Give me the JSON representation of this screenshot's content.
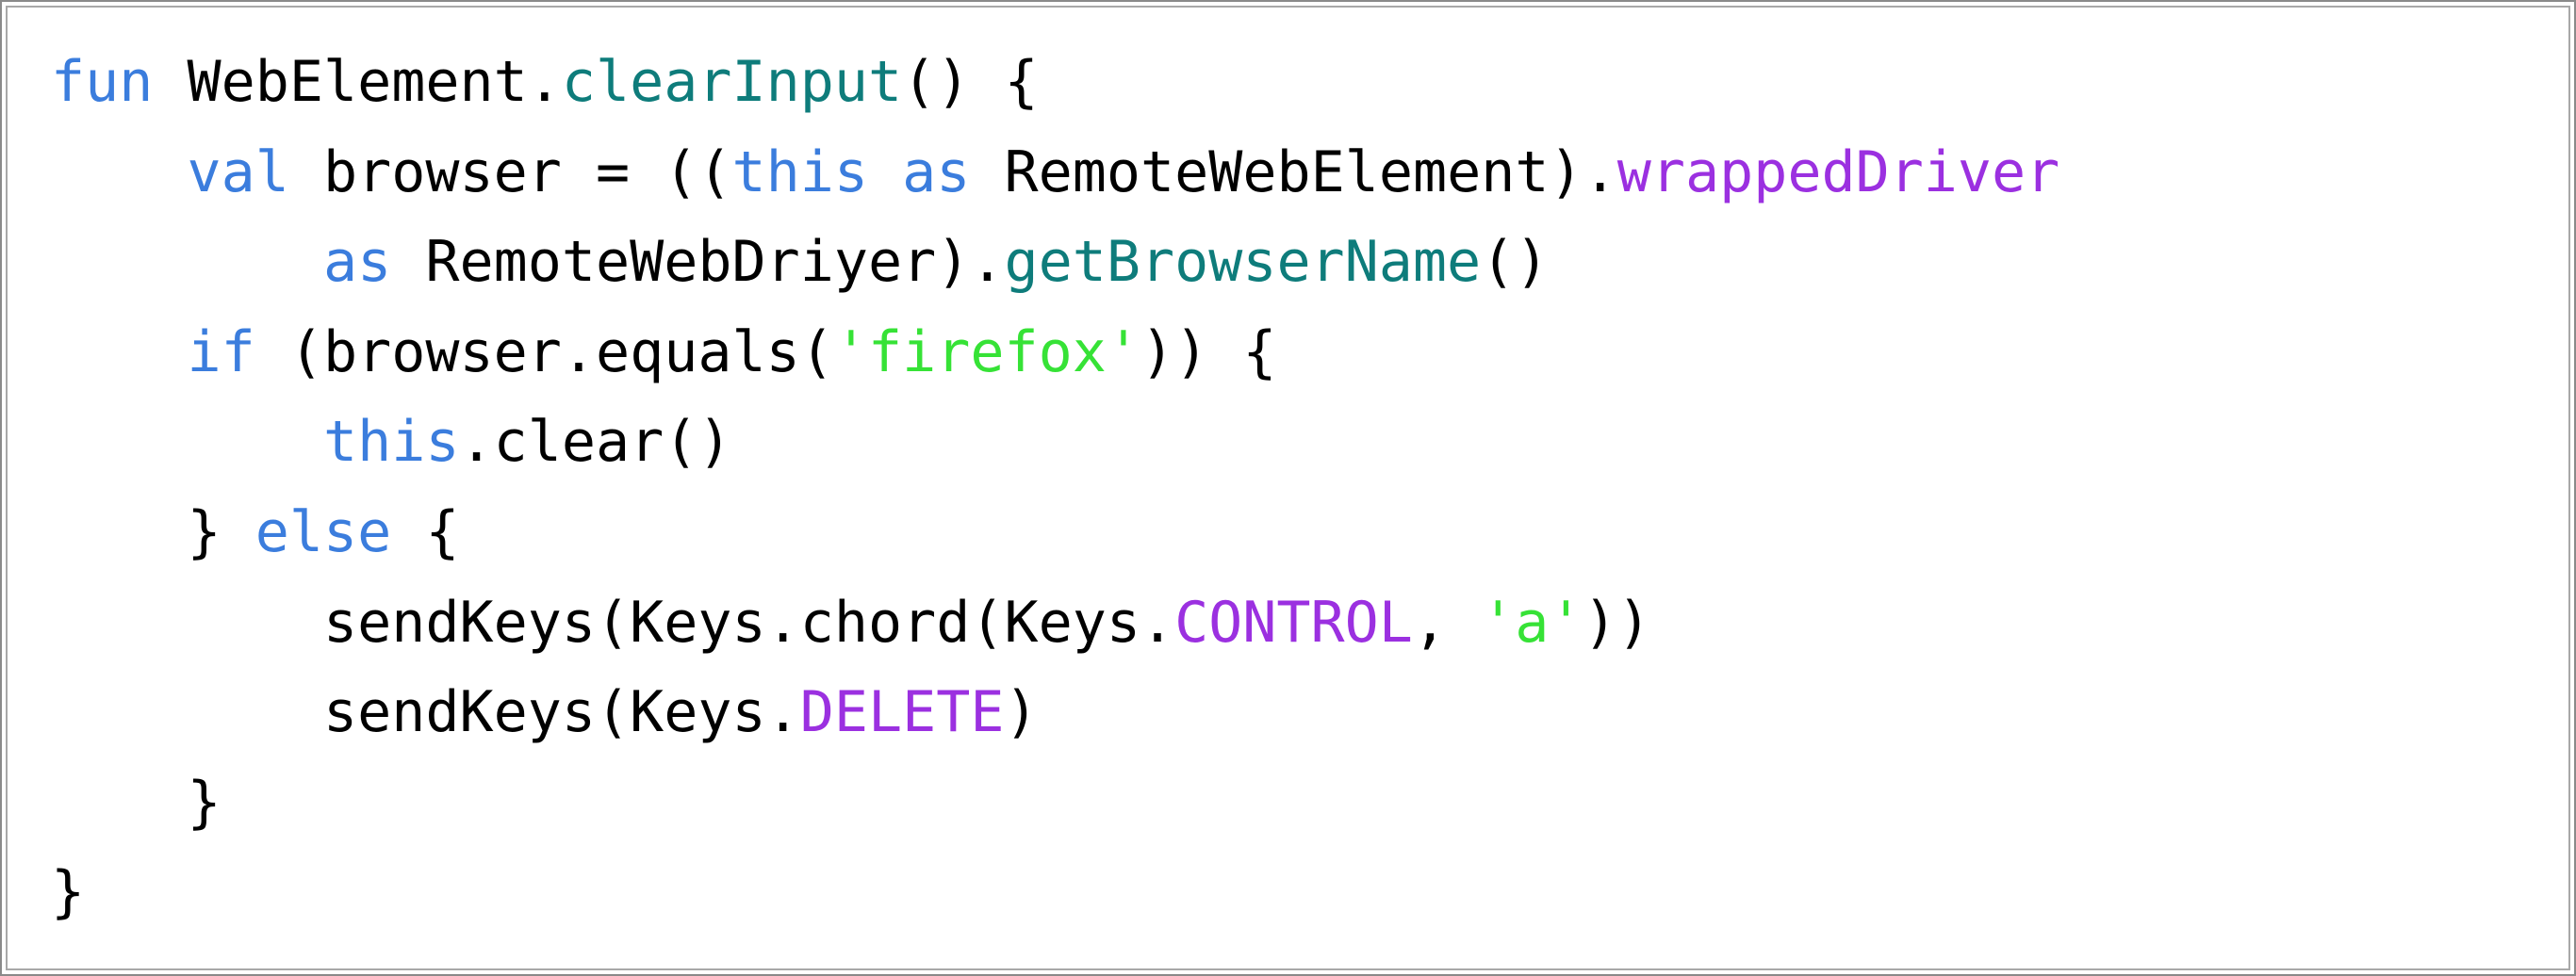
{
  "colors": {
    "keyword": "#3b7ddd",
    "function": "#0e7c7b",
    "property": "#9b30e0",
    "string": "#36e236",
    "text": "#000000",
    "border": "#8a8a8a"
  },
  "code_lines": [
    {
      "indent": "",
      "tokens": [
        {
          "t": "fun",
          "c": "kw"
        },
        {
          "t": " WebElement.",
          "c": "plain"
        },
        {
          "t": "clearInput",
          "c": "fn"
        },
        {
          "t": "() {",
          "c": "plain"
        }
      ]
    },
    {
      "indent": "    ",
      "tokens": [
        {
          "t": "val",
          "c": "kw"
        },
        {
          "t": " browser = ((",
          "c": "plain"
        },
        {
          "t": "this",
          "c": "kw"
        },
        {
          "t": " ",
          "c": "plain"
        },
        {
          "t": "as",
          "c": "kw"
        },
        {
          "t": " RemoteWebElement).",
          "c": "plain"
        },
        {
          "t": "wrappedDriver",
          "c": "prop"
        }
      ]
    },
    {
      "indent": "        ",
      "tokens": [
        {
          "t": "as",
          "c": "kw"
        },
        {
          "t": " RemoteWebDriyer).",
          "c": "plain"
        },
        {
          "t": "getBrowserName",
          "c": "fn"
        },
        {
          "t": "()",
          "c": "plain"
        }
      ]
    },
    {
      "indent": "    ",
      "tokens": [
        {
          "t": "if",
          "c": "kw"
        },
        {
          "t": " (browser.equals(",
          "c": "plain"
        },
        {
          "t": "'firefox'",
          "c": "str"
        },
        {
          "t": ")) {",
          "c": "plain"
        }
      ]
    },
    {
      "indent": "        ",
      "tokens": [
        {
          "t": "this",
          "c": "kw"
        },
        {
          "t": ".clear()",
          "c": "plain"
        }
      ]
    },
    {
      "indent": "    ",
      "tokens": [
        {
          "t": "} ",
          "c": "plain"
        },
        {
          "t": "else",
          "c": "kw"
        },
        {
          "t": " {",
          "c": "plain"
        }
      ]
    },
    {
      "indent": "        ",
      "tokens": [
        {
          "t": "sendKeys(Keys.chord(Keys.",
          "c": "plain"
        },
        {
          "t": "CONTROL",
          "c": "prop"
        },
        {
          "t": ", ",
          "c": "plain"
        },
        {
          "t": "'a'",
          "c": "str"
        },
        {
          "t": "))",
          "c": "plain"
        }
      ]
    },
    {
      "indent": "        ",
      "tokens": [
        {
          "t": "sendKeys(Keys.",
          "c": "plain"
        },
        {
          "t": "DELETE",
          "c": "prop"
        },
        {
          "t": ")",
          "c": "plain"
        }
      ]
    },
    {
      "indent": "    ",
      "tokens": [
        {
          "t": "}",
          "c": "plain"
        }
      ]
    },
    {
      "indent": "",
      "tokens": [
        {
          "t": "}",
          "c": "plain"
        }
      ]
    }
  ]
}
